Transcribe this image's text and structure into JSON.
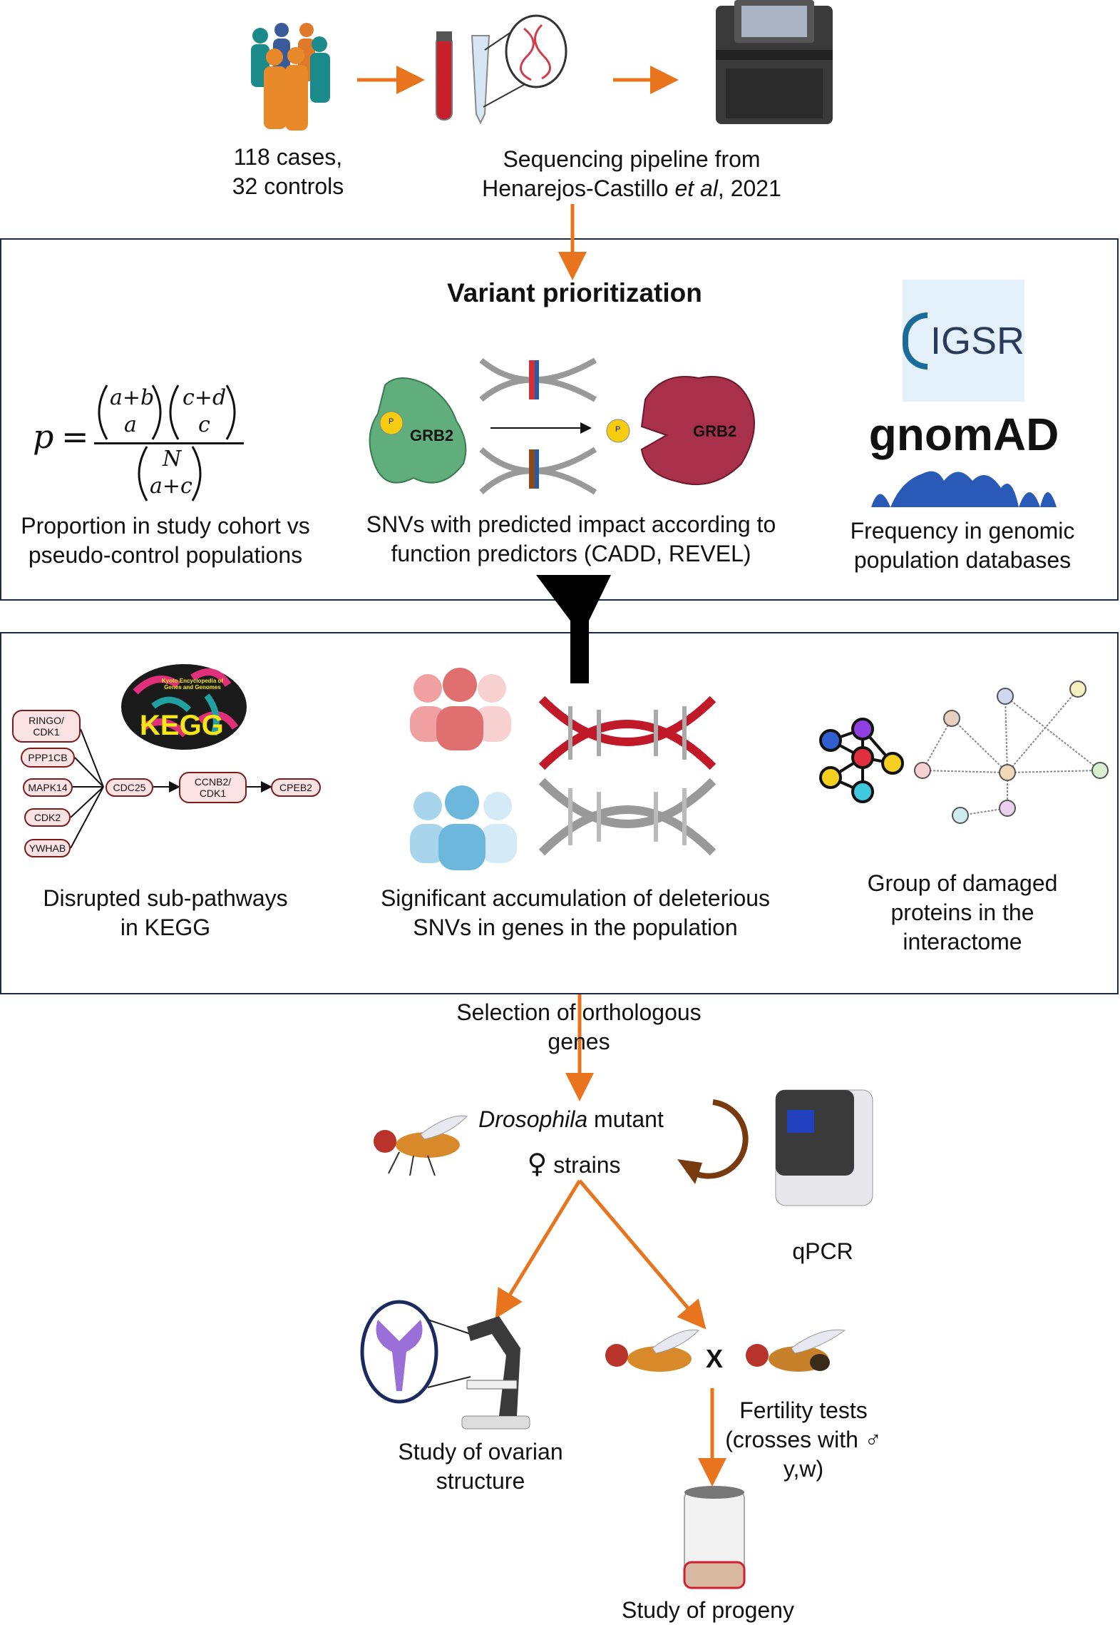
{
  "top": {
    "cohort": [
      "118 cases,",
      "32 controls"
    ],
    "pipeline": {
      "line1": "Sequencing pipeline from",
      "line2_pre": "Henarejos-Castillo ",
      "line2_italic": "et al",
      "line2_post": ", 2021"
    }
  },
  "prioritization": {
    "title": "Variant prioritization",
    "formula": {
      "lhs": "p",
      "num1_top": "a+b",
      "num1_bottom": "a",
      "num2_top": "c+d",
      "num2_bottom": "c",
      "den_top": "N",
      "den_bottom": "a+c"
    },
    "proportion": [
      "Proportion in study cohort vs",
      "pseudo-control populations"
    ],
    "protein_label": "GRB2",
    "phospho_label": "P",
    "snvs": [
      "SNVs with predicted impact according to",
      "function predictors (CADD, REVEL)"
    ],
    "igsr_logo": "IGSR",
    "gnomad_logo": "gnomAD",
    "frequency": [
      "Frequency in genomic",
      "population databases"
    ]
  },
  "analysis": {
    "kegg_logo": "KEGG",
    "kegg_subtitle": "Kyoto Encyclopedia of Genes and Genomes",
    "pathway_nodes": [
      "RINGO/ CDK1",
      "PPP1CB",
      "MAPK14",
      "CDK2",
      "YWHAB",
      "CDC25",
      "CCNB2/ CDK1",
      "CPEB2"
    ],
    "disrupted": [
      "Disrupted sub-pathways",
      "in KEGG"
    ],
    "significant": [
      "Significant accumulation of deleterious",
      "SNVs in genes in the population"
    ],
    "group": [
      "Group of damaged",
      "proteins in the",
      "interactome"
    ]
  },
  "fly": {
    "selection": [
      "Selection of orthologous",
      "genes"
    ],
    "mutant_italic": "Drosophila",
    "mutant_rest": " mutant",
    "female_symbol": "♀",
    "strains": "strains",
    "qpcr": "qPCR",
    "ovarian": [
      "Study of ovarian",
      "structure"
    ],
    "cross_symbol": "X",
    "fertility": [
      "Fertility tests",
      "(crosses with ♂",
      "y,w)"
    ],
    "progeny": "Study of progeny"
  },
  "colors": {
    "arrow": "#e8741e",
    "box_border": "#1c2a44",
    "node_fill": "#fbe3e3",
    "node_border": "#7a1c1c",
    "red_group": "#e07070",
    "blue_group": "#6cb8dc",
    "grb2_green": "#5fae7c",
    "grb2_red": "#a8304a"
  }
}
